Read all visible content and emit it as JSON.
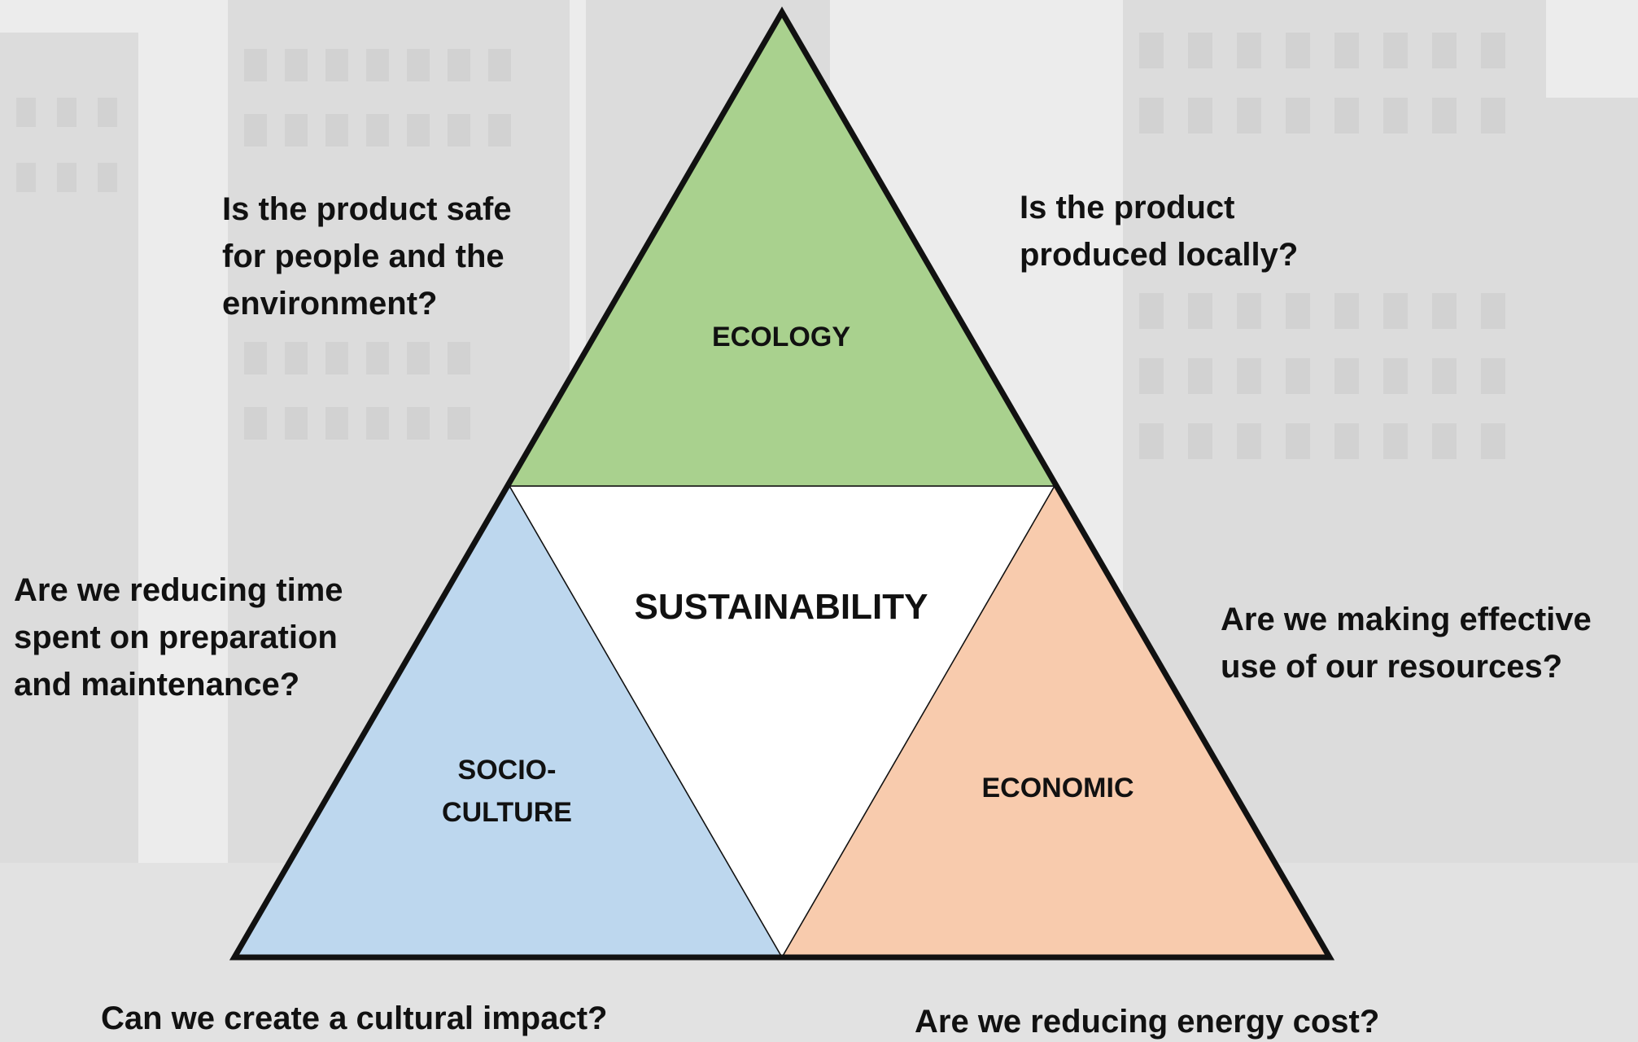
{
  "diagram": {
    "center_label": "SUSTAINABILITY",
    "segments": [
      {
        "name": "ecology",
        "label": "ECOLOGY",
        "color": "#a9d18e"
      },
      {
        "name": "socio-culture",
        "label": "SOCIO-\nCULTURE",
        "color": "#bdd7ee"
      },
      {
        "name": "economic",
        "label": "ECONOMIC",
        "color": "#f8cbad"
      }
    ],
    "center_color": "#ffffff",
    "outline_color": "#111111"
  },
  "questions": {
    "top_left": "Is the product safe\nfor people and the\nenvironment?",
    "top_right": "Is the product\nproduced locally?",
    "mid_left": "Are we reducing time\nspent on preparation\nand maintenance?",
    "mid_right": "Are we making effective\nuse of our resources?",
    "bottom_left": "Can we create a cultural impact?",
    "bottom_right": "Are we reducing energy cost?"
  }
}
